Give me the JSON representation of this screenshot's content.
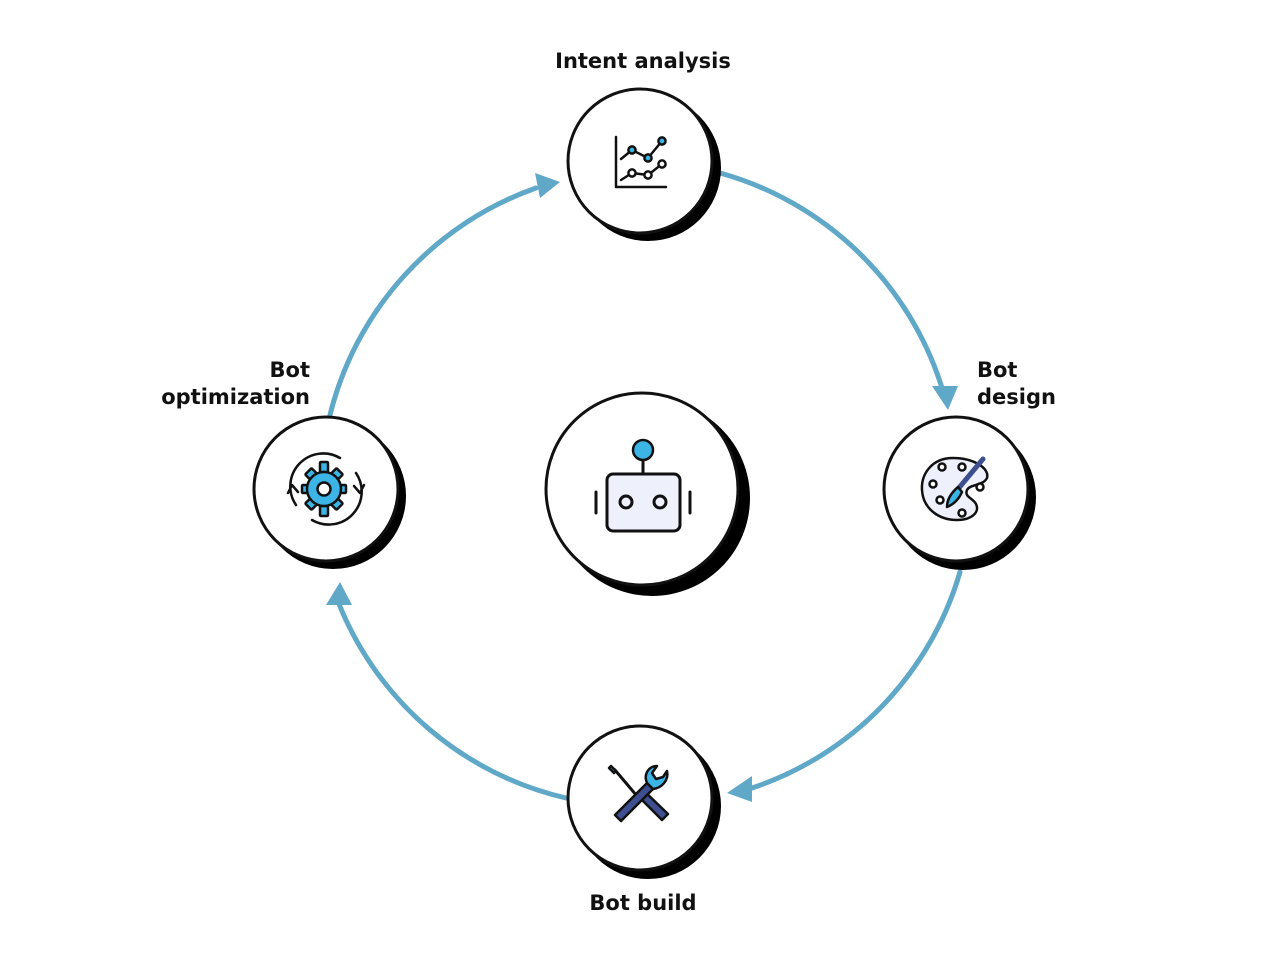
{
  "diagram": {
    "colors": {
      "arrow": "#5FA8C8",
      "outline": "#111111",
      "shadow": "#000000",
      "accent_blue": "#3CB4E6",
      "navy": "#3D4F8E",
      "screen": "#EEF0FC"
    },
    "center": {
      "icon": "robot-icon"
    },
    "stages": [
      {
        "id": "intent",
        "label_lines": [
          "Intent analysis"
        ],
        "icon": "line-chart-icon"
      },
      {
        "id": "design",
        "label_lines": [
          "Bot",
          "design"
        ],
        "icon": "paint-palette-icon"
      },
      {
        "id": "build",
        "label_lines": [
          "Bot build"
        ],
        "icon": "tools-icon"
      },
      {
        "id": "optimization",
        "label_lines": [
          "Bot",
          "optimization"
        ],
        "icon": "gear-refresh-icon"
      }
    ]
  }
}
